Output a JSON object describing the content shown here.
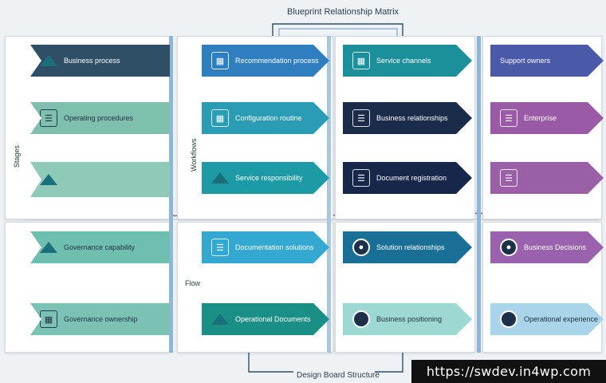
{
  "title": "Blueprint Relationship Matrix",
  "bottom_label": "Design Board Structure",
  "watermark": "https://swdev.in4wp.com",
  "columns": [
    {
      "side_label": "Stages",
      "note": "",
      "rows": [
        {
          "label": "Business process",
          "icon": "diamond-icon",
          "color": "#2f4f66"
        },
        {
          "label": "Operating procedures",
          "icon": "document-icon",
          "color": "#7fbfae"
        },
        {
          "label": "",
          "icon": "diamond-icon",
          "color": "#8fcab8"
        },
        {
          "label": "Governance capability",
          "icon": "diamond-icon",
          "color": "#6fbfb0"
        },
        {
          "label": "Governance ownership",
          "icon": "grid-icon",
          "color": "#7cc2b4"
        }
      ]
    },
    {
      "side_label": "Workflows",
      "note": "Flow",
      "rows": [
        {
          "label": "Recommendation process",
          "icon": "grid-icon",
          "color": "#2f7fc0"
        },
        {
          "label": "Configuration routine",
          "icon": "grid-icon",
          "color": "#2a9cb4"
        },
        {
          "label": "Service responsibility",
          "icon": "diamond-icon",
          "color": "#1c9aa6"
        },
        {
          "label": "Documentation solutions",
          "icon": "document-icon",
          "color": "#33a8d0"
        },
        {
          "label": "Operational Documents",
          "icon": "diamond-icon",
          "color": "#1a8f86"
        }
      ]
    },
    {
      "side_label": "",
      "note": "",
      "rows": [
        {
          "label": "Service channels",
          "icon": "grid-icon",
          "color": "#1b8f9a"
        },
        {
          "label": "Business relationships",
          "icon": "document-icon",
          "color": "#1b2b4a"
        },
        {
          "label": "Document registration",
          "icon": "document-icon",
          "color": "#16274a"
        },
        {
          "label": "Solution relationships",
          "icon": "person-icon",
          "color": "#1a6f96"
        },
        {
          "label": "Business positioning",
          "icon": "person-icon",
          "color": "#9ed8d2"
        }
      ]
    },
    {
      "side_label": "",
      "note": "",
      "rows": [
        {
          "label": "Support owners",
          "icon": "none",
          "color": "#4a5aa8"
        },
        {
          "label": "Enterprise",
          "icon": "document-icon",
          "color": "#9a5aa6"
        },
        {
          "label": "",
          "icon": "document-icon",
          "color": "#9b5fa8"
        },
        {
          "label": "Business Decisions",
          "icon": "person-icon",
          "color": "#9a62ad"
        },
        {
          "label": "Operational experience",
          "icon": "person-icon",
          "color": "#a9d4ea"
        }
      ]
    }
  ]
}
